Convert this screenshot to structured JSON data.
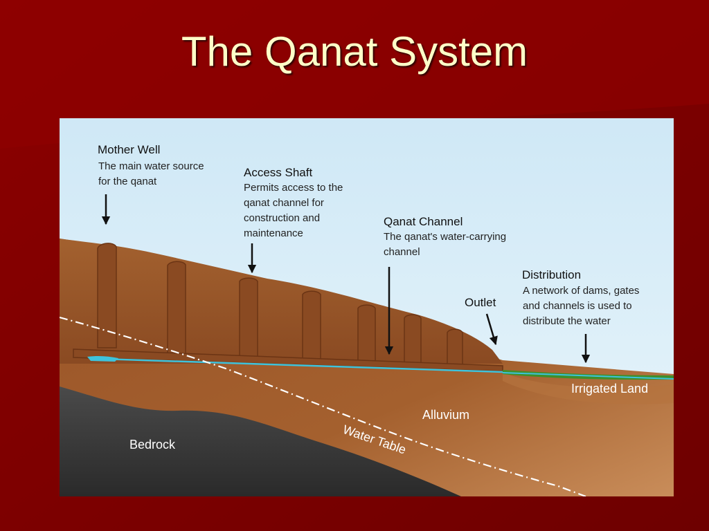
{
  "slide": {
    "title": "The Qanat System",
    "background_color": "#7a0000",
    "title_color": "#ffffc8"
  },
  "diagram": {
    "sky_color": "#dff0f9",
    "alluvium_color": "#a0592c",
    "bedrock_color": "#3a3a3a",
    "water_color": "#3ec3dc",
    "grass_color": "#3f8f2a",
    "callouts": {
      "mother_well": {
        "title": "Mother Well",
        "desc": "The main water source\nfor the qanat"
      },
      "access_shaft": {
        "title": "Access Shaft",
        "desc": "Permits access to the\nqanat channel for\nconstruction and\nmaintenance"
      },
      "qanat_channel": {
        "title": "Qanat Channel",
        "desc": "The qanat's water-carrying\nchannel"
      },
      "distribution": {
        "title": "Distribution",
        "desc": "A network of dams, gates\nand channels is used to\ndistribute the water"
      },
      "outlet": {
        "title": "Outlet"
      }
    },
    "ground_labels": {
      "irrigated_land": "Irrigated Land",
      "alluvium": "Alluvium",
      "bedrock": "Bedrock",
      "water_table": "Water Table"
    }
  }
}
